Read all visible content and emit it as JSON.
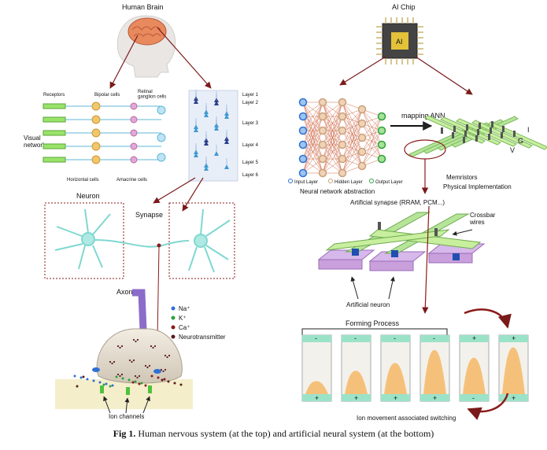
{
  "brain": {
    "title": "Human Brain",
    "retina_labels": {
      "receptors": "Receptors",
      "bipolar": "Bipolar cells",
      "retinal_ganglion": "Retinal\nganglion cells",
      "horizontal": "Horizontal cells",
      "amacrine": "Amacrine cells",
      "visual_network": "Visual\nnetwork"
    },
    "layers": [
      "Layer 1",
      "Layer 2",
      "Layer 3",
      "Layer 4",
      "Layer 5",
      "Layer 6"
    ],
    "neuron": "Neuron",
    "synapse": "Synapse",
    "axon": "Axon",
    "legend": [
      "Na⁺",
      "K⁺",
      "Ca⁺",
      "Neurotransmitter"
    ],
    "ion_channels": "Ion channels"
  },
  "ai": {
    "title": "AI Chip",
    "chip_label": "AI",
    "mapping": "mapping ANN",
    "nn_legend": [
      "Input Layer",
      "Hidden Layer",
      "Output Layer"
    ],
    "nn_caption": "Neural network abstraction",
    "memristors": "Memristors",
    "physical": "Physical Implementation",
    "crossbar_symbols": [
      "I",
      "G",
      "V"
    ],
    "artificial_synapse": "Artificial synapse (RRAM, PCM...)",
    "crossbar_wires": "Crossbar\nwires",
    "artificial_neuron": "Artificial neuron",
    "forming": "Forming Process",
    "electrode_signs_top": [
      "-",
      "-",
      "-",
      "-",
      "+",
      "+"
    ],
    "electrode_signs_bottom": [
      "+",
      "+",
      "+",
      "+",
      "-",
      "+"
    ],
    "ion_movement": "Ion movement associated switching"
  },
  "caption": {
    "label": "Fig 1.",
    "text": "Human nervous system (at the top) and artificial neural system (at the bottom)"
  },
  "colors": {
    "arrow": "#7a1a1a",
    "brain": "#e8895e",
    "neuron": "#7fd8d0",
    "synapse_dot": "#8b1a1a",
    "crossbar": "#b6e59a",
    "electrode": "#9be3c8",
    "filament": "#f5c17a",
    "neuron_pad": "#c9a0dc",
    "axon": "#8b6cc9"
  }
}
